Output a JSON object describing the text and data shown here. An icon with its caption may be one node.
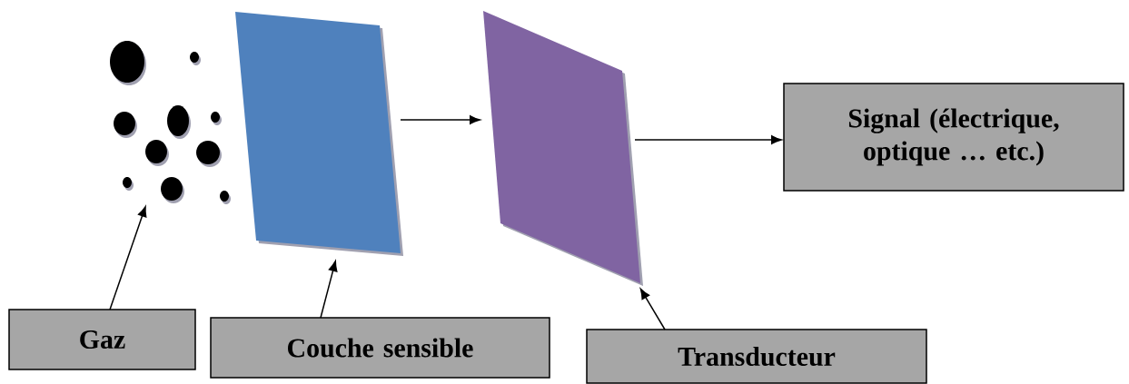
{
  "diagram": {
    "nodes": [
      {
        "text": [],
        "shape": "picture"
      },
      {
        "text": [],
        "shape": "box"
      },
      {
        "text": [],
        "shape": "box"
      },
      {
        "text": [
          "Signal (électrique, optique … etc.)"
        ]
      },
      {
        "text": [
          "Gaz"
        ]
      },
      {
        "text": [
          "Couche sensible"
        ]
      },
      {
        "text": [
          "Transducteur"
        ]
      }
    ],
    "edges": [
      {
        "from": 4,
        "to": 0,
        "arrow": "to"
      },
      {
        "from": 5,
        "to": 1,
        "arrow": "to"
      },
      {
        "from": 1,
        "to": 2,
        "arrow": "to"
      },
      {
        "from": 6,
        "to": 2,
        "arrow": "to"
      },
      {
        "from": 2,
        "to": 3,
        "arrow": "to"
      }
    ]
  }
}
